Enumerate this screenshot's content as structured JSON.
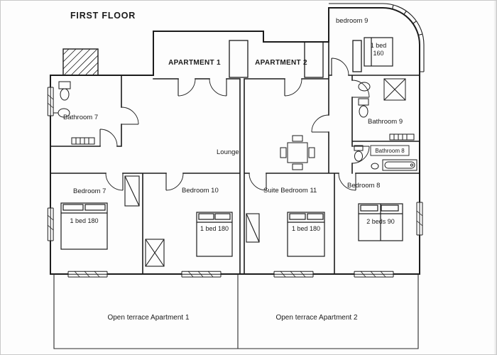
{
  "title": "FIRST FLOOR",
  "apartment1_label": "APARTMENT 1",
  "apartment2_label": "APARTMENT 2",
  "rooms": {
    "bedroom9": "bedroom 9",
    "bathroom7": "Bathroom 7",
    "bathroom9": "Bathroom 9",
    "bathroom8": "Bathroom 8",
    "lounge": "Lounge",
    "bedroom7": "Bedroom 7",
    "bedroom10": "Bedroom 10",
    "suite_bedroom11": "Suite Bedroom 11",
    "bedroom8": "Bedroom 8"
  },
  "beds": {
    "bedroom9_bed": "1 bed 160",
    "bedroom7_bed": "1 bed 180",
    "bedroom10_bed": "1 bed 180",
    "suite_bedroom11_bed": "1 bed 180",
    "bedroom8_bed": "2 beds 90"
  },
  "terraces": {
    "terrace1": "Open terrace Apartment 1",
    "terrace2": "Open terrace Apartment 2"
  },
  "colors": {
    "wall": "#1c1c1c",
    "paper": "#fdfdfd",
    "scan_edge": "#c9c9c9"
  }
}
